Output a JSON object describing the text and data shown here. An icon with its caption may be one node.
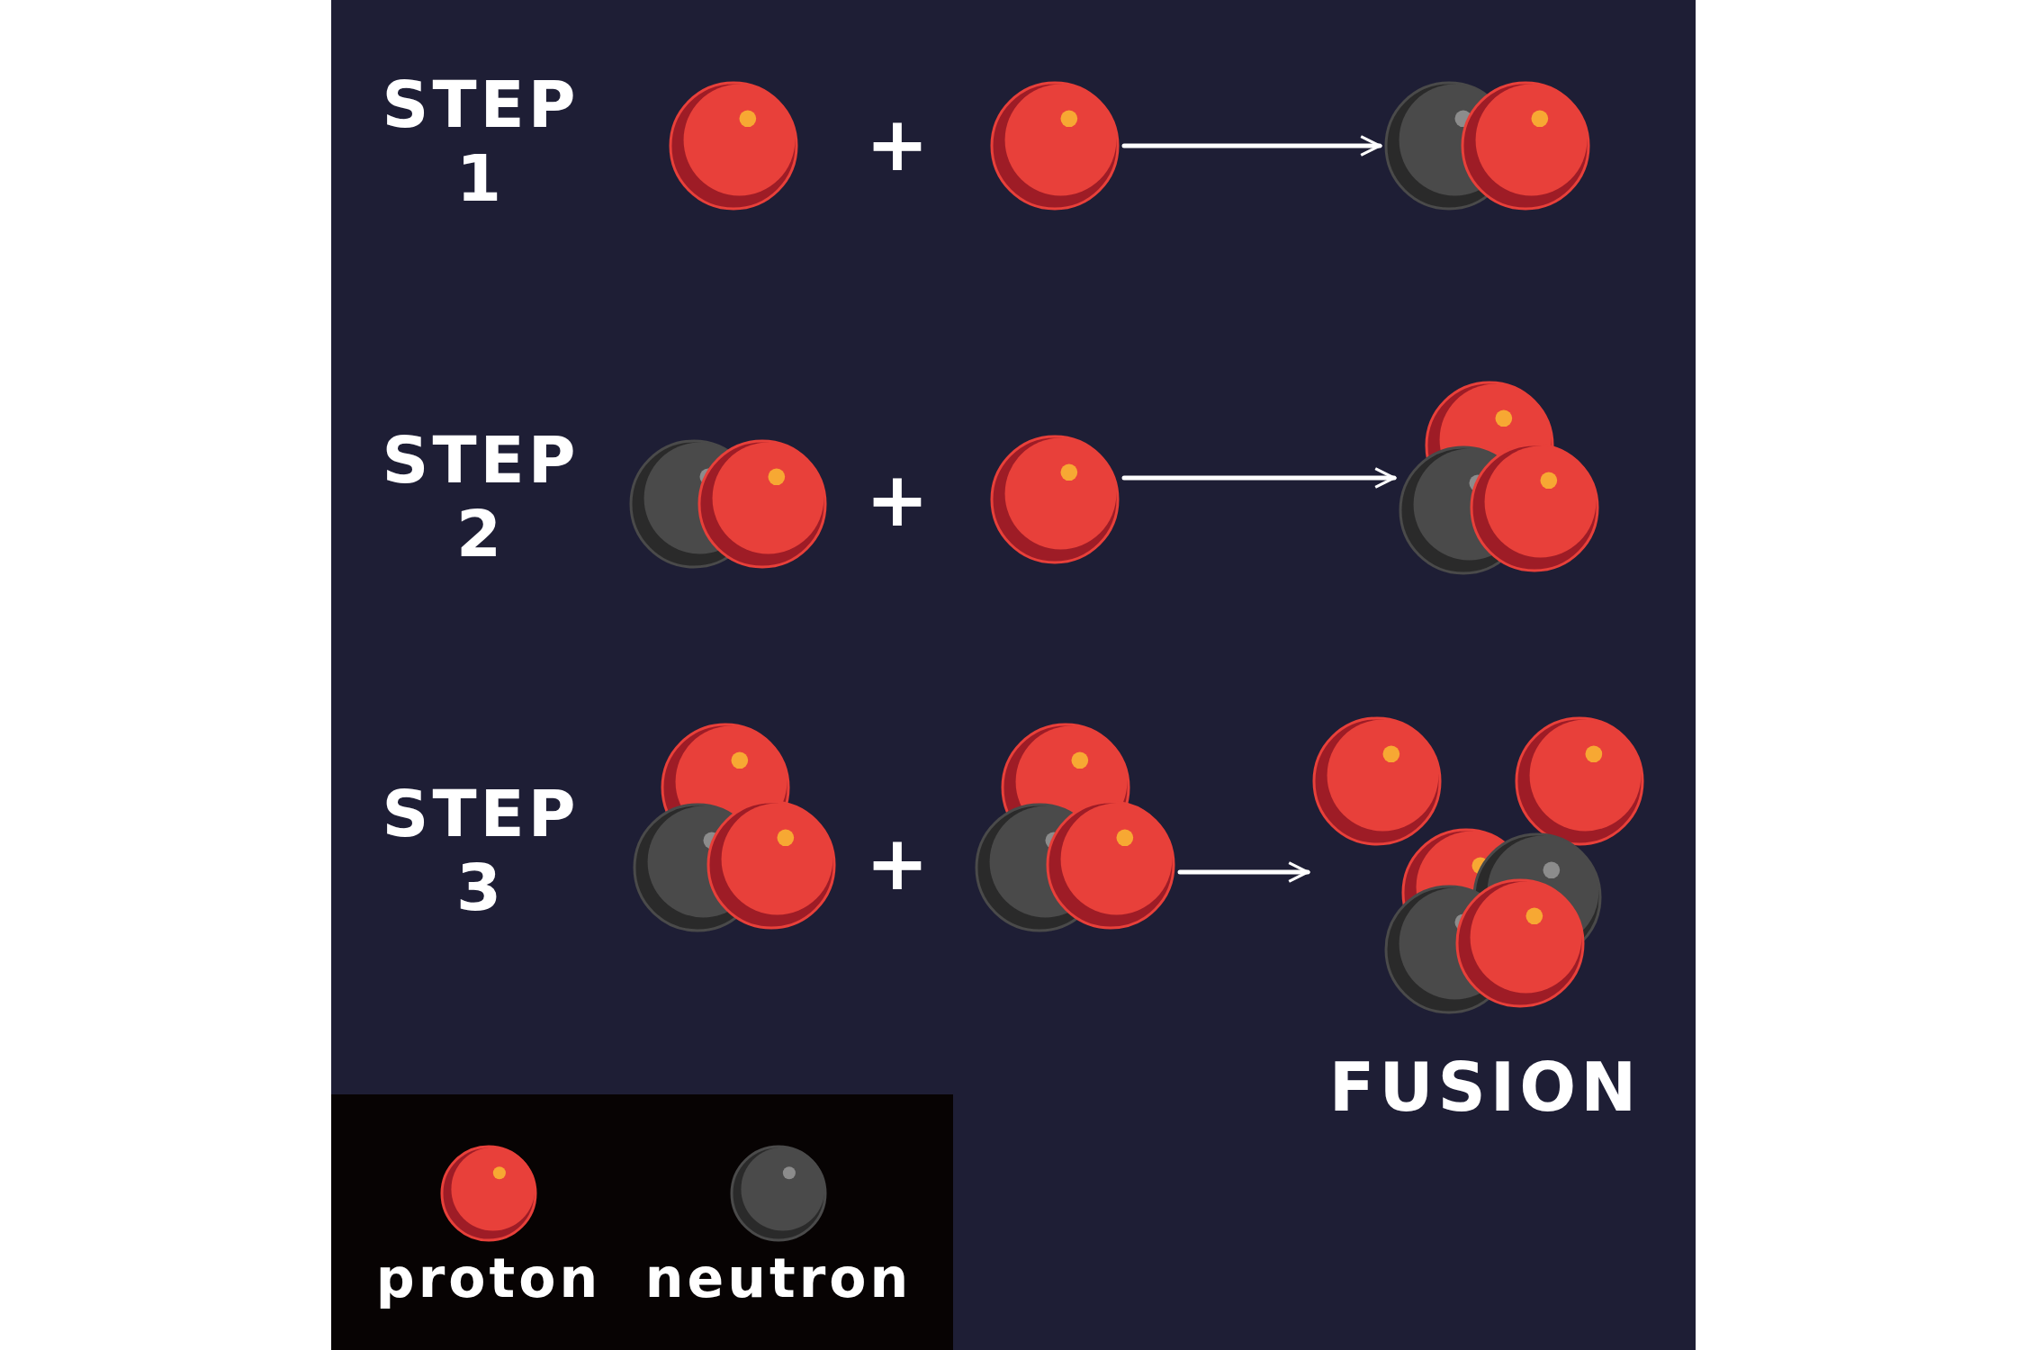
{
  "diagram": {
    "nodes": [
      {
        "text": [],
        "shape": "picture"
      },
      {
        "text": [],
        "shape": "picture"
      },
      {
        "text": [],
        "shape": "picture"
      },
      {
        "text": [],
        "shape": "picture"
      },
      {
        "text": [],
        "shape": "picture"
      },
      {
        "text": [],
        "shape": "picture"
      },
      {
        "text": [],
        "shape": "picture"
      },
      {
        "text": [],
        "shape": "picture"
      },
      {
        "text": [],
        "shape": "picture",
        "beside": [
          "FUSION"
        ]
      }
    ],
    "edges": [
      {
        "from": 1,
        "to": 2,
        "arrow": "to"
      },
      {
        "from": 4,
        "to": 5,
        "arrow": "to"
      },
      {
        "from": 7,
        "to": 8,
        "arrow": "to"
      }
    ],
    "labels": [
      "STEP 1",
      "+",
      "STEP 2",
      "+",
      "STEP 3",
      "+"
    ],
    "legend": [
      {
        "text": "proton",
        "color": "#e8403a"
      },
      {
        "text": "neutron",
        "color": "#4a4a4a"
      }
    ]
  }
}
